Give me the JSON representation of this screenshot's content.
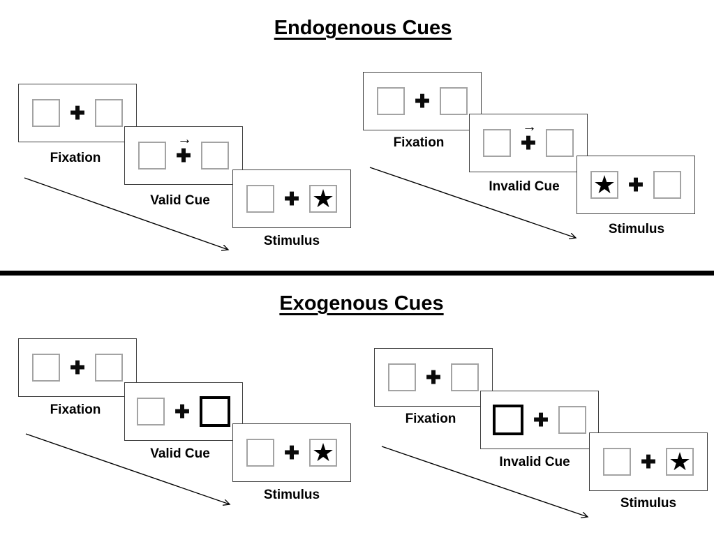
{
  "glyphs": {
    "plus": "✚",
    "star": "★",
    "cue_arrow": "→"
  },
  "endogenous": {
    "title": "Endogenous Cues",
    "valid": {
      "fixation": "Fixation",
      "cue": "Valid Cue",
      "stimulus": "Stimulus"
    },
    "invalid": {
      "fixation": "Fixation",
      "cue": "Invalid Cue",
      "stimulus": "Stimulus"
    }
  },
  "exogenous": {
    "title": "Exogenous Cues",
    "valid": {
      "fixation": "Fixation",
      "cue": "Valid Cue",
      "stimulus": "Stimulus"
    },
    "invalid": {
      "fixation": "Fixation",
      "cue": "Invalid Cue",
      "stimulus": "Stimulus"
    }
  },
  "colors": {
    "panel_border": "#404040",
    "box_border": "#a3a3a3",
    "ink": "#000000"
  }
}
